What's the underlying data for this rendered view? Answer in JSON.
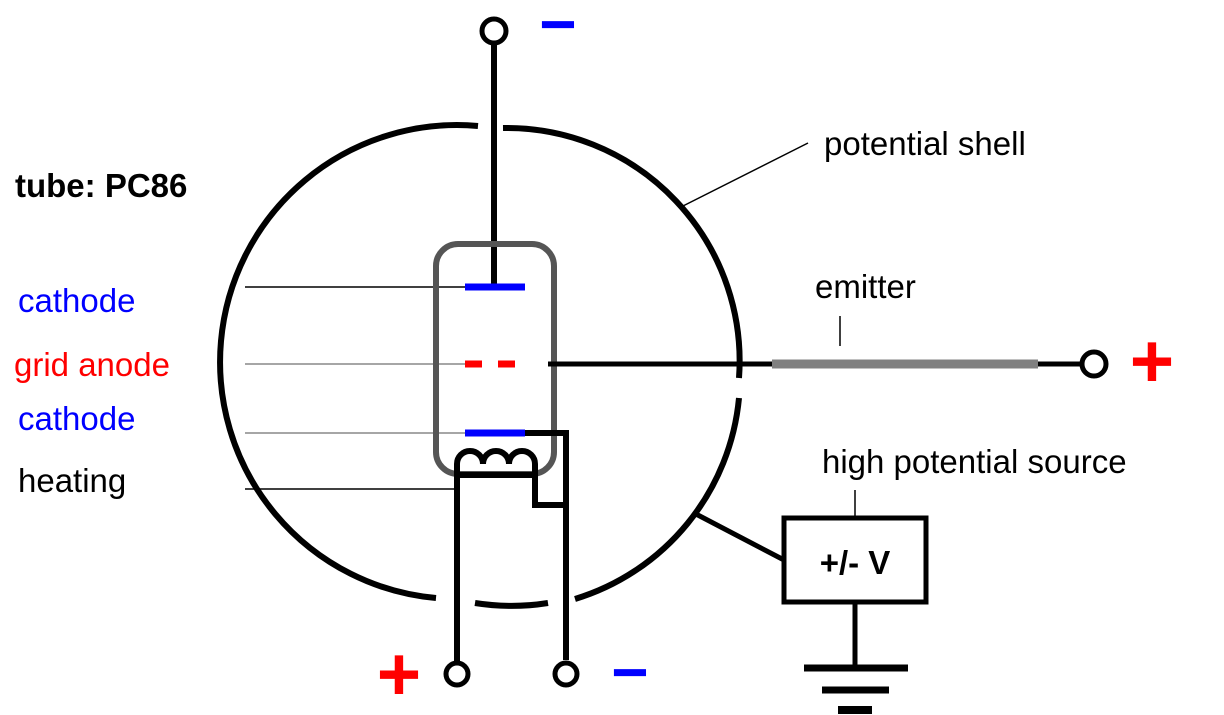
{
  "title": "tube: PC86",
  "labels": {
    "cathode_top": "cathode",
    "grid_anode": "grid anode",
    "cathode_bottom": "cathode",
    "heating": "heating",
    "potential_shell": "potential shell",
    "emitter": "emitter",
    "high_potential_source": "high potential source",
    "source_box": "+/- V"
  },
  "terminals": {
    "top_sign": "−",
    "right_sign": "+",
    "bottom_left_sign": "+",
    "bottom_right_sign": "−"
  },
  "colors": {
    "cathode": "#0000ff",
    "grid_anode": "#ff0000",
    "wire": "#000000",
    "emitter_rod": "#808080",
    "tube_outline": "#555555",
    "leader_line": "#888888",
    "text": "#000000"
  }
}
